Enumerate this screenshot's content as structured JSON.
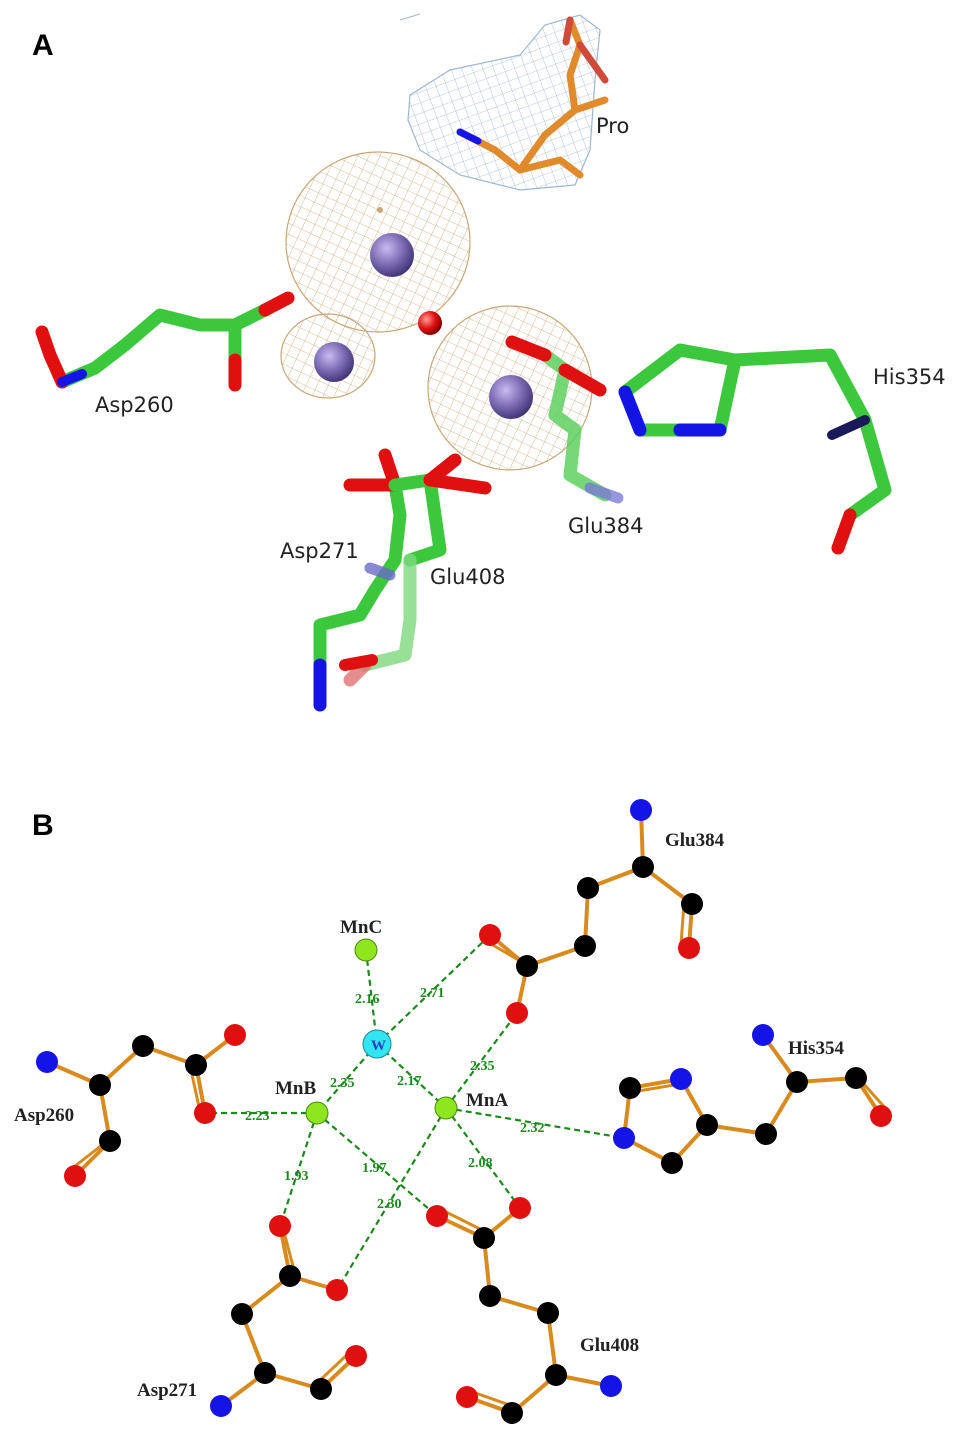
{
  "panel_a": {
    "letter": "A",
    "labels": {
      "pro": "Pro",
      "asp260": "Asp260",
      "his354": "His354",
      "glu384": "Glu384",
      "asp271": "Asp271",
      "glu408": "Glu408"
    }
  },
  "panel_b": {
    "letter": "B",
    "labels": {
      "mnc": "MnC",
      "mnb": "MnB",
      "mna": "MnA",
      "water": "W",
      "asp260": "Asp260",
      "his354": "His354",
      "glu384": "Glu384",
      "asp271": "Asp271",
      "glu408": "Glu408"
    },
    "distances": {
      "mnc_w": "2.16",
      "w_glu384": "2.71",
      "mna_glu384": "2.35",
      "w_mnb": "2.35",
      "w_mna": "2.17",
      "mnb_asp260": "2.23",
      "mna_his354": "2.32",
      "mnb_asp271": "1.93",
      "mnb_glu408": "1.97",
      "mna_glu408": "2.08",
      "mna_asp271": "2.30"
    }
  },
  "colors": {
    "carbon_stick": "#3cc83c",
    "oxygen": "#e01010",
    "nitrogen": "#1414e6",
    "manganese": "#8070b8",
    "pro_carbon": "#e08a2c",
    "bond": "#d88b1c",
    "hbond": "#1a8a1a",
    "mn_node": "#8ee61c",
    "water_node": "#30e6f0"
  }
}
